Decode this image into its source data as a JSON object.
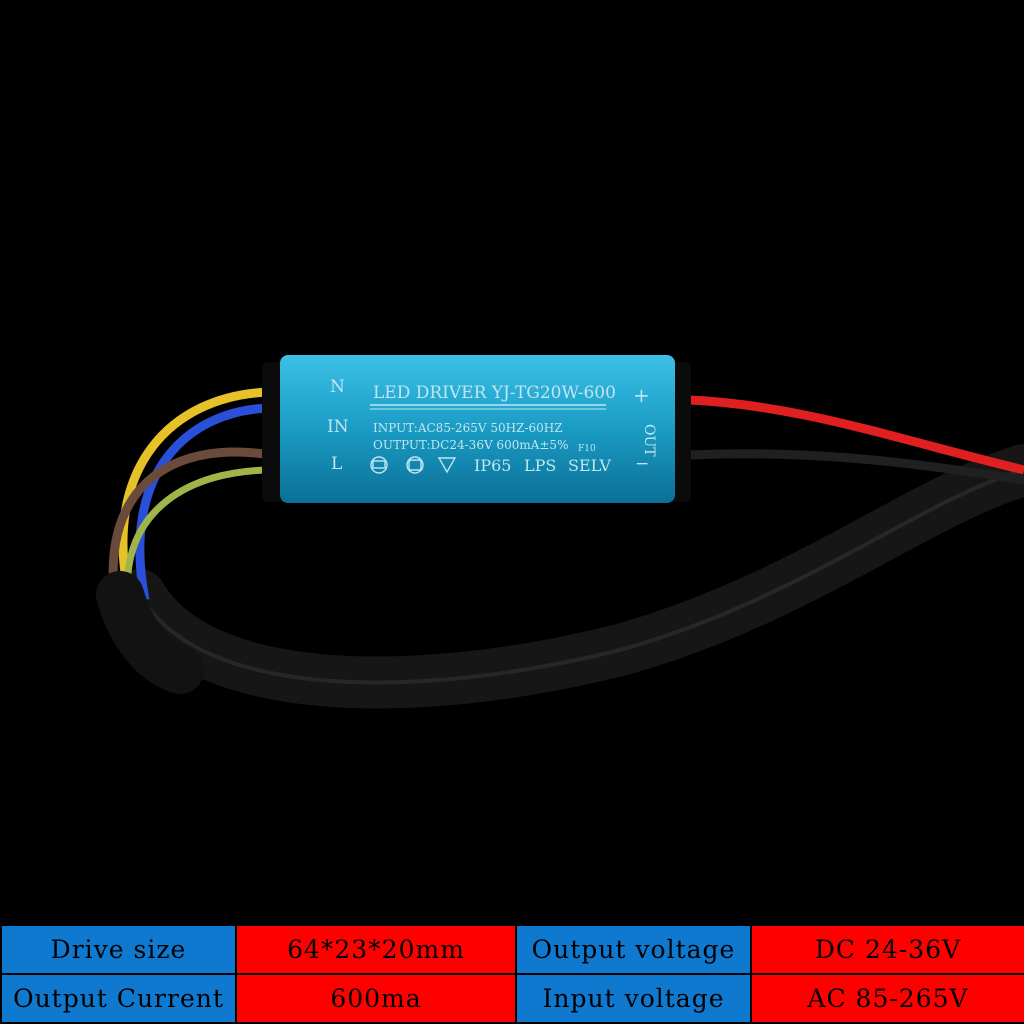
{
  "driver": {
    "title": "LED DRIVER YJ-TG20W-600",
    "input_spec": "INPUT:AC85-265V 50HZ-60HZ",
    "output_spec": "OUTPUT:DC24-36V 600mA±5%",
    "code": "F10",
    "left_labels": {
      "n": "N",
      "in": "IN",
      "l": "L"
    },
    "ratings": {
      "ip": "IP65",
      "lps": "LPS",
      "selv": "SELV"
    },
    "right_labels": {
      "plus": "+",
      "out": "OUT",
      "minus": "−"
    }
  },
  "specs": {
    "row1": {
      "label1": "Drive size",
      "value1": "64*23*20mm",
      "label2": "Output voltage",
      "value2": "DC 24-36V"
    },
    "row2": {
      "label1": "Output Current",
      "value1": "600ma",
      "label2": "Input voltage",
      "value2": "AC 85-265V"
    }
  },
  "colors": {
    "label_cell": "#0f79cf",
    "value_cell": "#ff0000",
    "casing": "#1a9cc4",
    "background": "#000000"
  }
}
